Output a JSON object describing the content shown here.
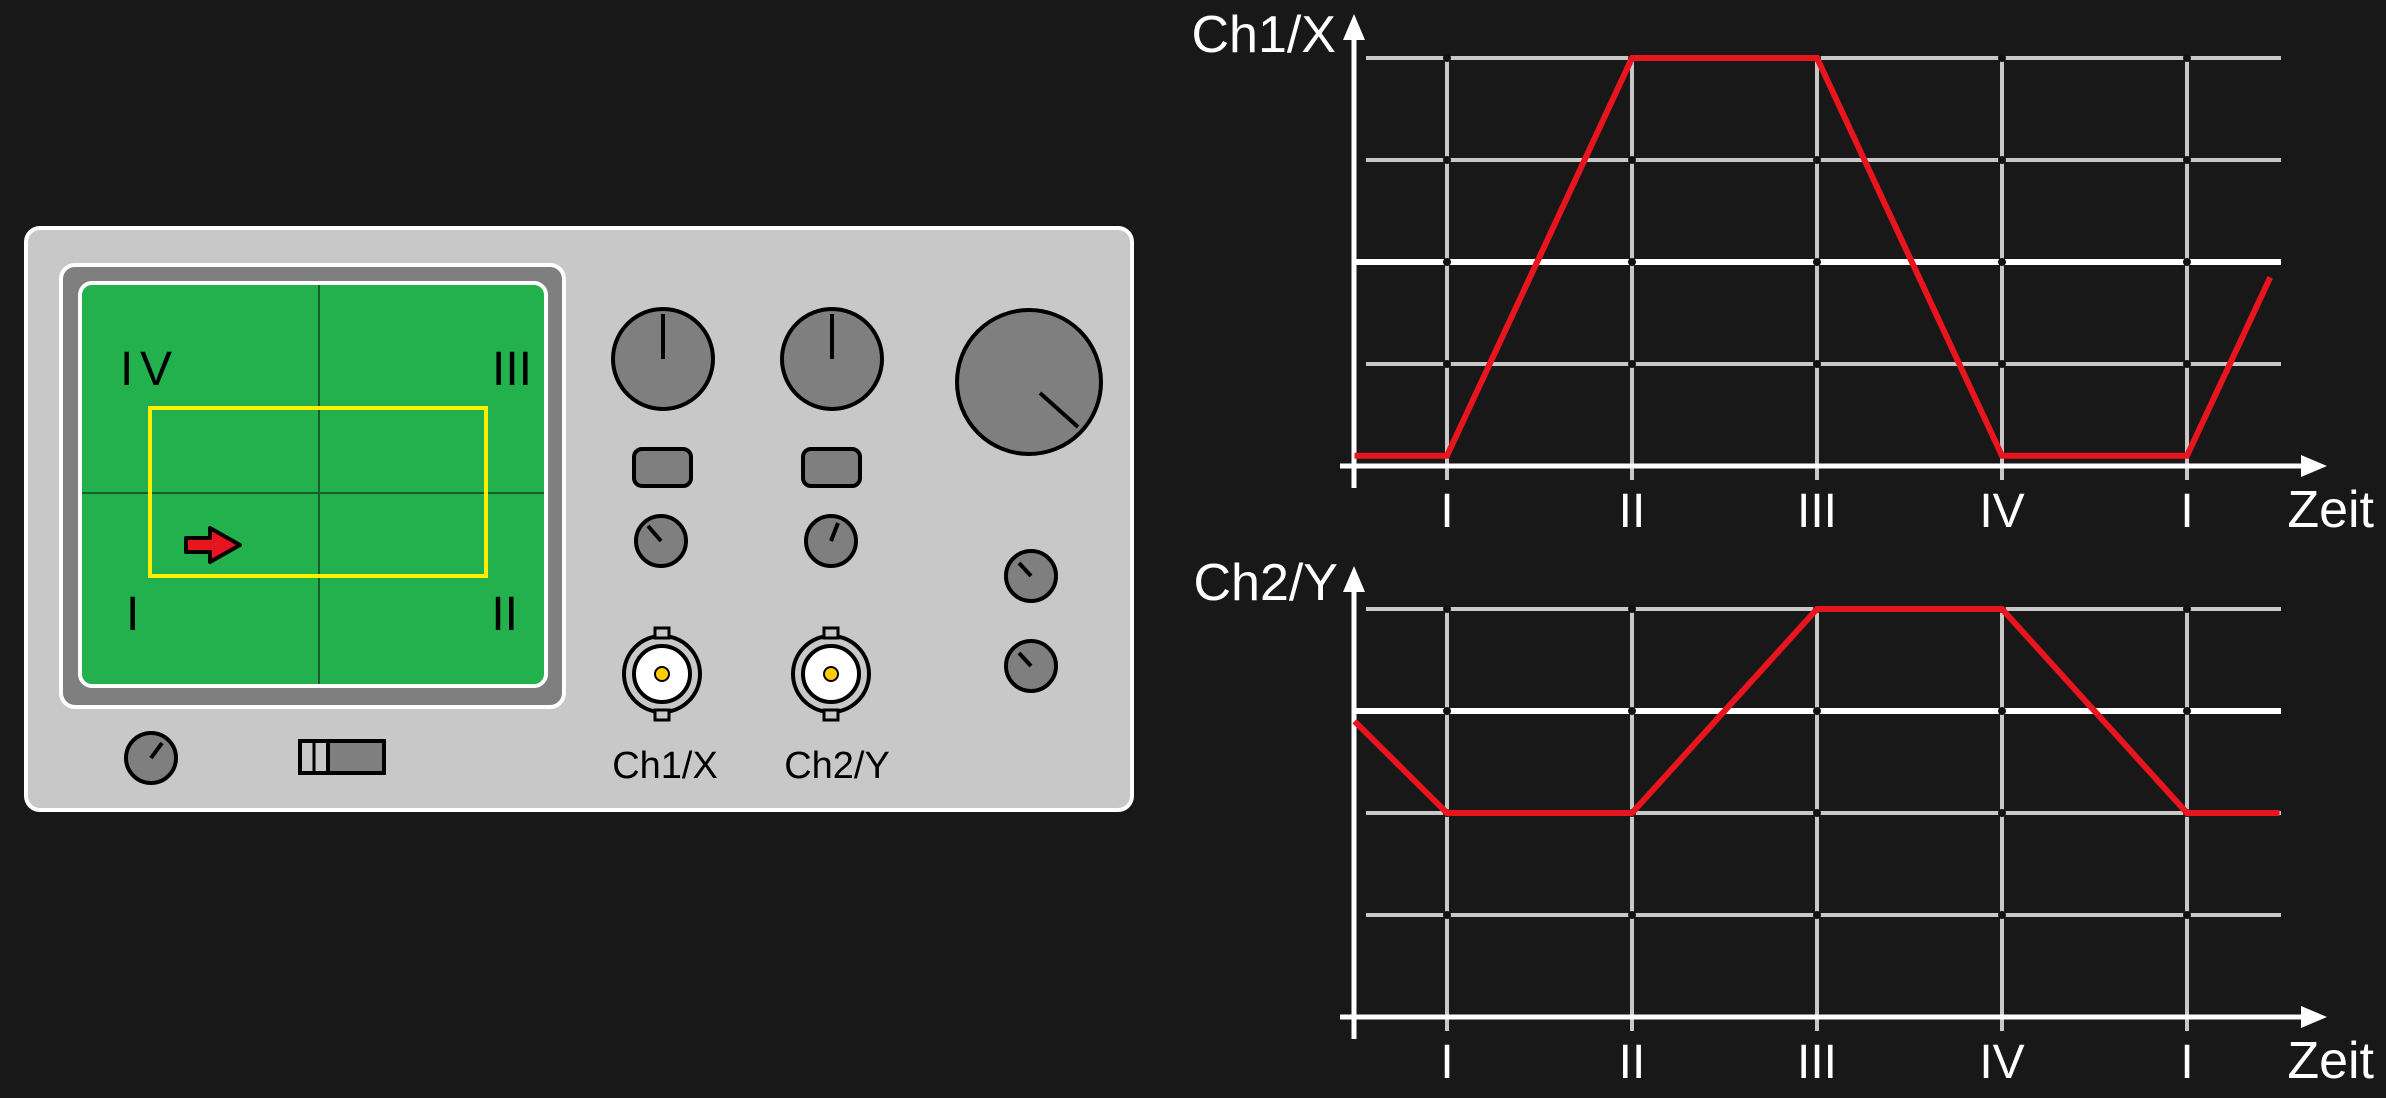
{
  "scope": {
    "screen": {
      "corner_labels": {
        "top_left": "IV",
        "top_right": "III",
        "bottom_left": "I",
        "bottom_right": "II"
      }
    },
    "inputs": [
      {
        "label": "Ch1/X"
      },
      {
        "label": "Ch2/Y"
      }
    ]
  },
  "charts": [
    {
      "ylabel": "Ch1/X",
      "xlabel": "Zeit",
      "ticks": [
        "I",
        "II",
        "III",
        "IV",
        "I"
      ]
    },
    {
      "ylabel": "Ch2/Y",
      "xlabel": "Zeit",
      "ticks": [
        "I",
        "II",
        "III",
        "IV",
        "I"
      ]
    }
  ],
  "colors": {
    "background": "#181818",
    "panel": "#c8c8c8",
    "screen": "#22b14c",
    "trace_box": "#ffee00",
    "signal": "#e8141e",
    "grid": "#c8c8c8",
    "axis": "#ffffff"
  },
  "chart_data": [
    {
      "type": "line",
      "ylabel": "Ch1/X",
      "xlabel": "Zeit",
      "categories": [
        "I",
        "II",
        "III",
        "IV",
        "I"
      ],
      "x": [
        -0.5,
        0,
        1,
        2,
        3,
        4,
        4.45
      ],
      "values": [
        0.1,
        0.1,
        4,
        4,
        0.1,
        0.1,
        1.85
      ],
      "ylim": [
        0,
        4
      ],
      "zero_line": 2,
      "grid": true
    },
    {
      "type": "line",
      "ylabel": "Ch2/Y",
      "xlabel": "Zeit",
      "categories": [
        "I",
        "II",
        "III",
        "IV",
        "I"
      ],
      "x": [
        -0.5,
        0,
        1,
        2,
        3,
        4,
        4.5
      ],
      "values": [
        2.9,
        2,
        2,
        4,
        4,
        2,
        2
      ],
      "ylim": [
        0,
        4
      ],
      "zero_line": 3,
      "grid": true
    }
  ]
}
